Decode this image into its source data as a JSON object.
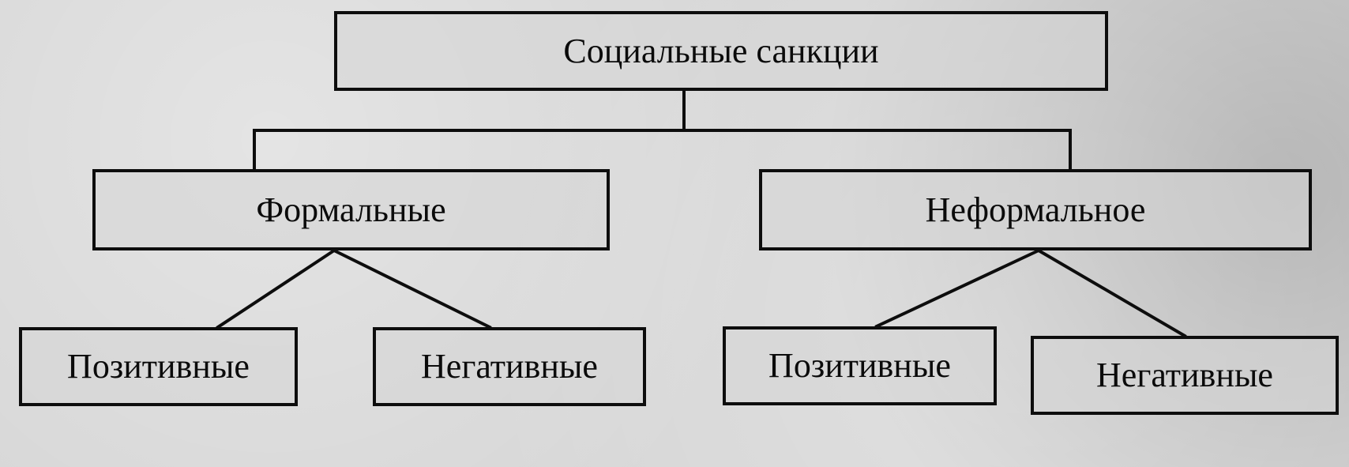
{
  "diagram": {
    "root": {
      "label": "Социальные санкции"
    },
    "branches": [
      {
        "label": "Формальные",
        "children": [
          {
            "label": "Позитивные"
          },
          {
            "label": "Негативные"
          }
        ]
      },
      {
        "label": "Неформальное",
        "children": [
          {
            "label": "Позитивные"
          },
          {
            "label": "Негативные"
          }
        ]
      }
    ]
  },
  "colors": {
    "line": "#0d0d0d",
    "background": "#d6d6d6"
  }
}
